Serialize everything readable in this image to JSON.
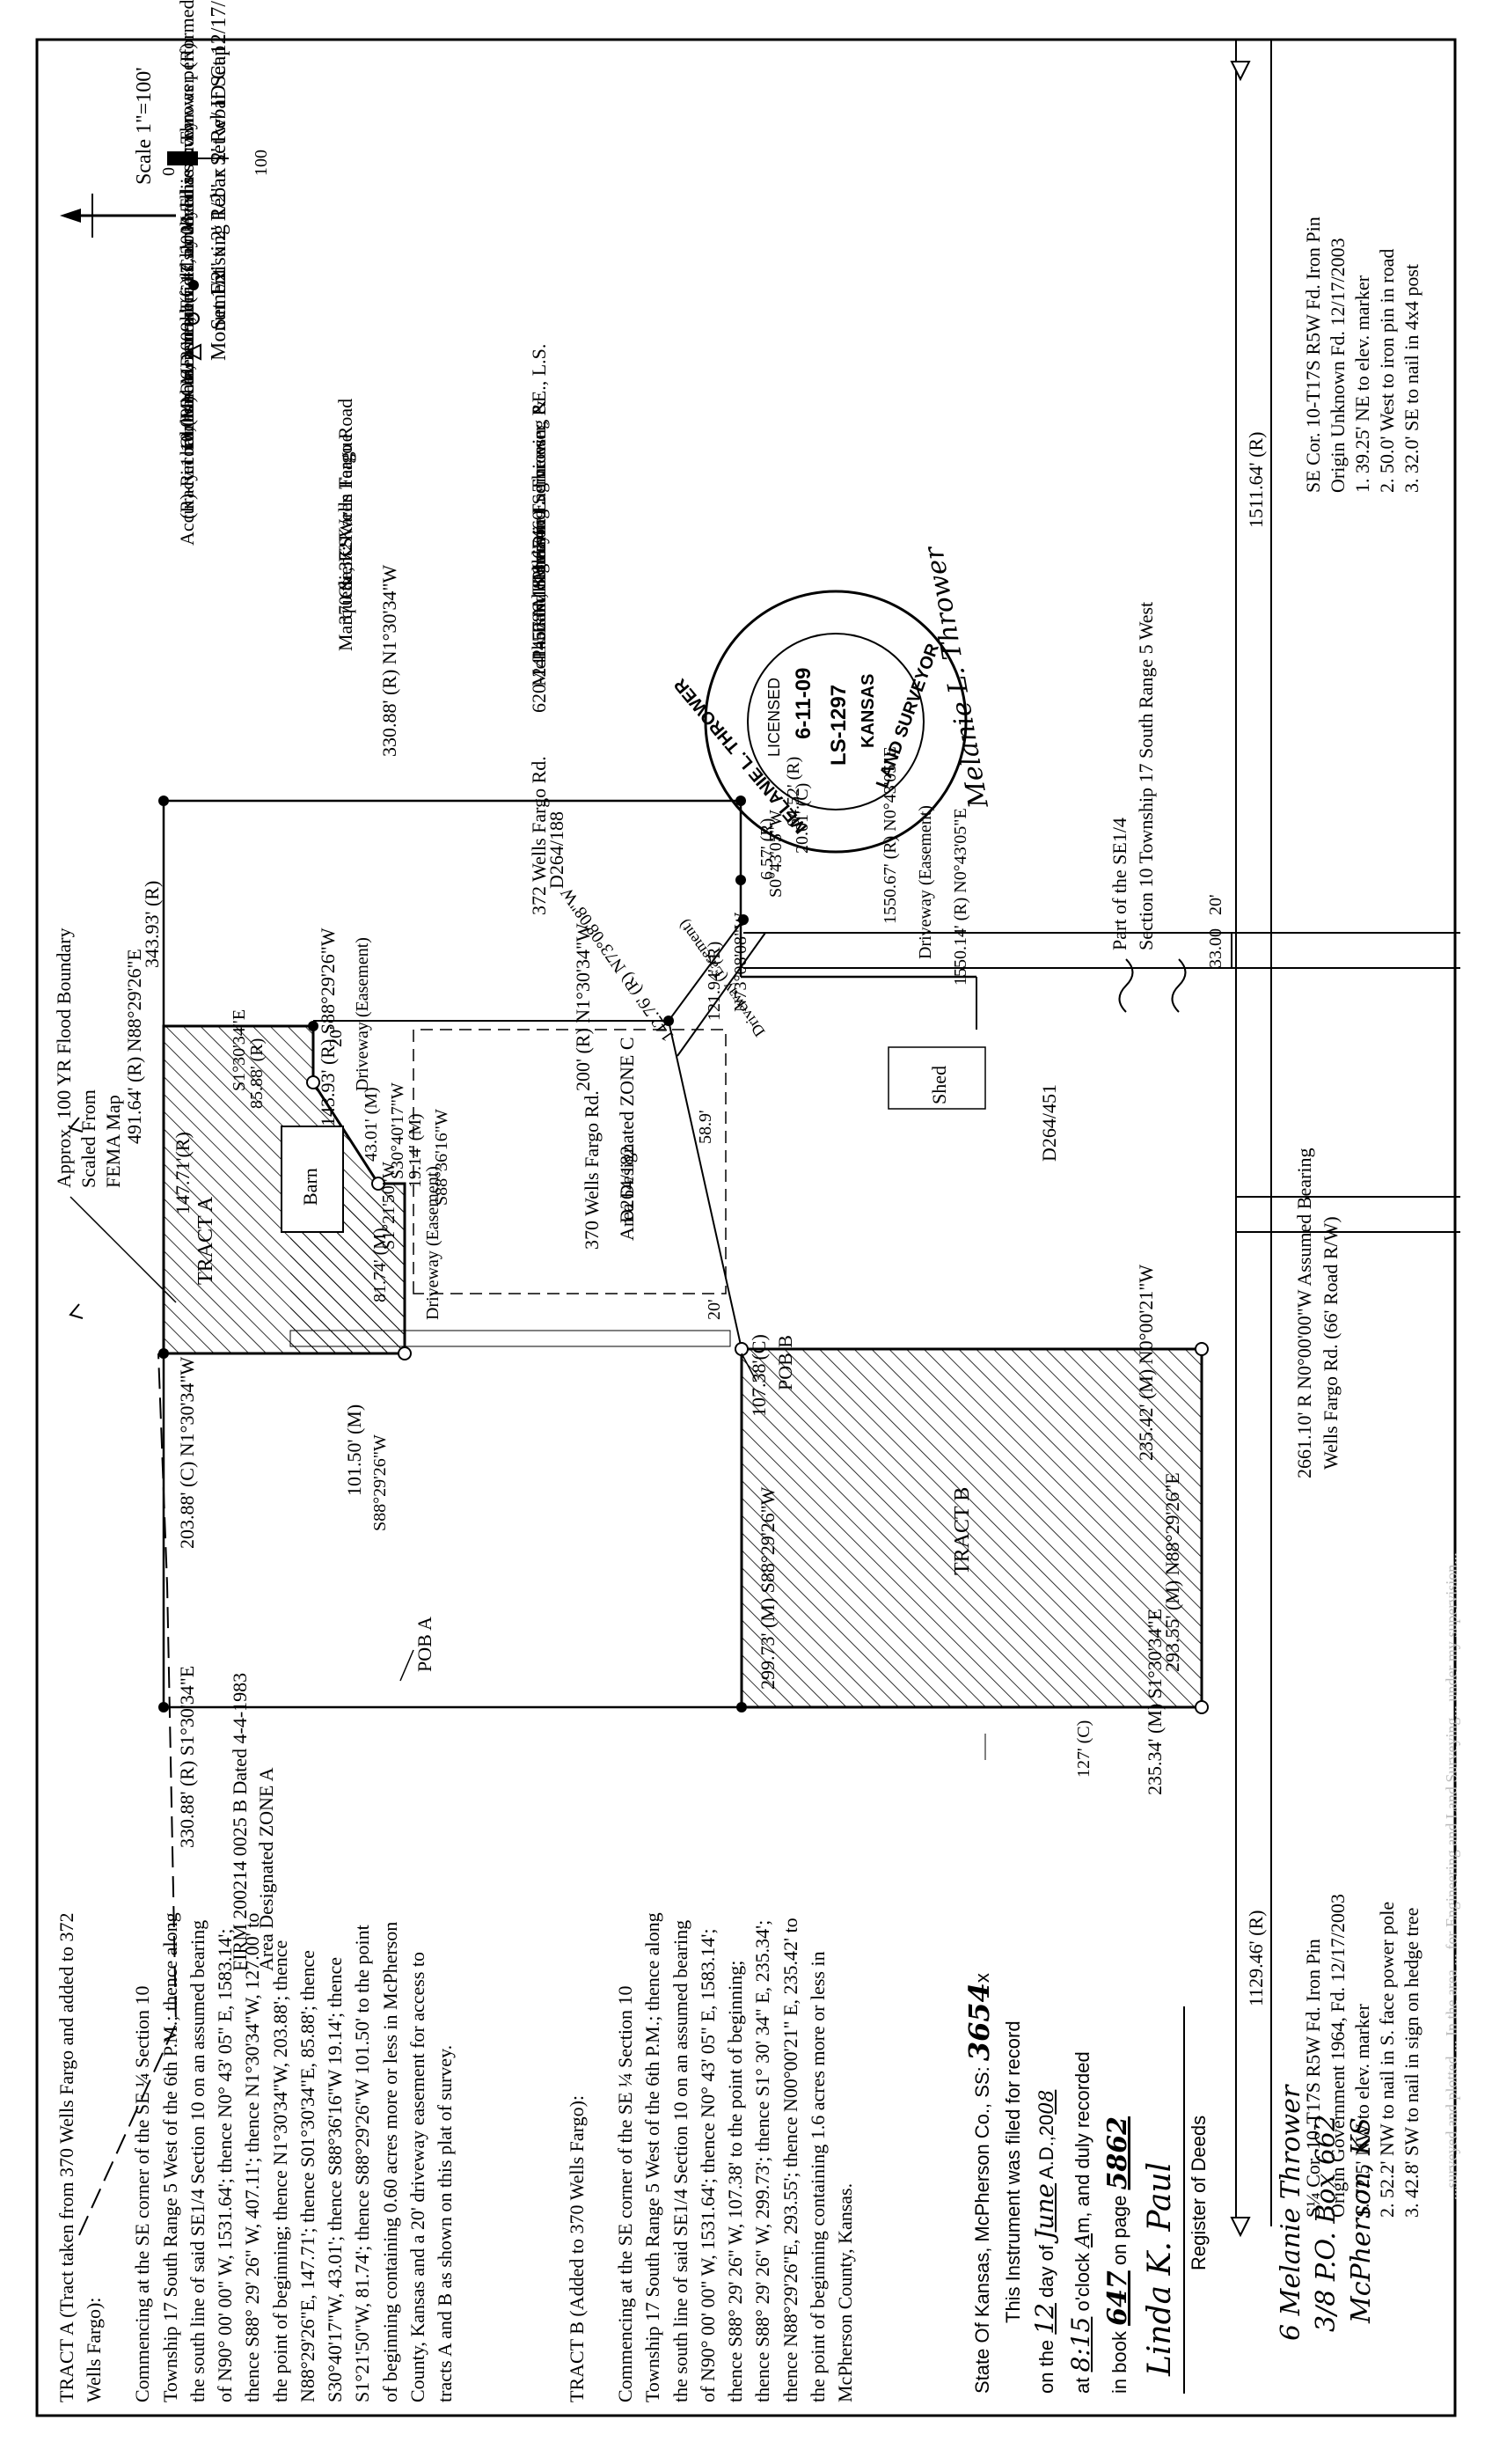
{
  "legend": {
    "scale_label": "Scale 1\"=100'",
    "scale_zero": "0",
    "scale_hundred": "100",
    "existing_rebar": "Existing 1/2\" x 2' Rebar Set 12/17/2003",
    "set_rebar": "Set 1/2\" x 2' Rebar Set w/ ID Cap",
    "monument": "Monument",
    "note1_line1": "On December 17, 2003 This survey was performed",
    "note1_line2": "as shown in the field by Melanie L. Thrower. (R)",
    "note1_line3": "On June 6, 2009, Tracts surveyed as shown",
    "note1_line4": "in hatch areas.",
    "note2_line1": "(R)-Record (M)- Measured (C)-Calculated",
    "note2_line2": "Accuracy 1:10,000"
  },
  "client": {
    "line1": "Client: Karen Teague",
    "line2": "370 & 372 Wells Fargo Road",
    "line3": "Marquette, KS"
  },
  "surveyor": {
    "line1": "Melanie L. Thrower, P.E., L.S.",
    "line2": "McPherson Engineering &",
    "line3": "Land Surveying Services",
    "line4": "1457 N. High Dr.",
    "line5": "McPherson, KS  67460",
    "line6": "620-241-5086"
  },
  "seal": {
    "name": "MELANIE L. THROWER",
    "licensed": "LICENSED",
    "date": "6-11-09",
    "number": "LS-1297",
    "state": "KANSAS",
    "title": "LAND SURVEYOR",
    "signature": "Melanie L. Thrower"
  },
  "se_corner": {
    "line1": "SE Cor. 10-T17S R5W Fd. Iron Pin",
    "line2": "Origin Unknown Fd. 12/17/2003",
    "item1": "1.  39.25' NE to elev. marker",
    "item2": "2.  50.0' West to iron pin in road",
    "item3": "3.  32.0' SE to nail in 4x4 post"
  },
  "s_quarter_corner": {
    "line1": "S¼ Cor. 10-T17S R5W Fd. Iron Pin",
    "line2": "Origin Government 1964, Fd. 12/17/2003",
    "item1": "1.  72.5' NW to elev. marker",
    "item2": "2.  52.2' NW to nail in S. face power pole",
    "item3": "3.  42.8' SW to nail in sign on hedge tree"
  },
  "plat": {
    "part_of": "Part of the SE1/4",
    "section": "Section 10 Township 17 South Range 5 West",
    "road_bearing": "2661.10' R N0°00'00\"W Assumed Bearing",
    "road_name": "Wells Fargo Rd. (66' Road R/W)",
    "dist_1129": "1129.46' (R)",
    "dist_1511": "1511.64' (R)",
    "dist_33": "33.00",
    "dist_20_road": "20'",
    "driveway_east_top": "1550.67' (R) N0°43'05\"E",
    "driveway_east_label": "Driveway (Easement)",
    "driveway_east_bottom": "1550.14' (R) N0°43'05\"E",
    "north_line": "330.88' (R) N1°30'34\"W",
    "south_line": "330.88' (R) S1°30'34\"E",
    "d_6_57": "6.57' (R)",
    "d_s0_43": "S0°43'05\"W",
    "d_64_52": "64.52' (R)",
    "d_20_01": "20.01' (C)",
    "d_142": "142.76' (R) N73°08'08\"W",
    "d_121": "121.94' (R)",
    "d_n73": "N73°08'08\"W",
    "driveway_diag": "Driveway (Easement)",
    "lot_372": "372 Wells Fargo Rd.",
    "lot_372_book": "D264/188",
    "d_343": "343.93' (R)",
    "d_491": "491.64' (R) N88°29'26\"E",
    "d_200": "200' (R) N1°30'34\"W",
    "d_20a": "20'",
    "d_20b": "20'",
    "d_107": "107.38'(C)",
    "pob_b": "POB B",
    "shed": "Shed",
    "d264_451": "D264/451",
    "tract_b": "TRACT B",
    "d_235_42": "235.42' (M) N0°00'21\"W",
    "d_299": "299.73' (M) S88°29'26\"W",
    "d_293": "293.55' (M) N88°29'26\"E",
    "d_235_34": "235.34' (M) S1°30'34\"E",
    "d_127": "127' (C)",
    "zone_c": "Area Designated ZONE C",
    "d_58_9": "58.9'",
    "lot_370": "370 Wells Fargo Rd.",
    "lot_370_book": "D264/182",
    "driveway_inner": "Driveway (Easement)",
    "driveway_left": "Driveway (Easement)",
    "d_143": "143.93' (R) S88°29'26\"W",
    "d_43": "43.01' (M)",
    "d_s30": "S30°40'17\"W",
    "d_19": "19.14' (M)",
    "d_s88_36": "S88°36'16\"W",
    "d_s1_21": "S1°21'50\"W",
    "d_81": "81.74' (M)",
    "d_85": "85.88' (R)",
    "d_s1_30": "S1°30'34\"E",
    "d_147": "147.71'(R)",
    "barn": "Barn",
    "tract_a": "TRACT A",
    "d_203": "203.88' (C) N1°30'34\"W",
    "d_101": "101.50' (M)",
    "d_s88_29": "S88°29'26\"W",
    "pob_a": "POB A",
    "flood1": "Approx. 100 YR Flood Boundary",
    "flood2": "Scaled From",
    "flood3": "FEMA Map",
    "zone_a1": "Area Designated ZONE A",
    "zone_a2": "FIRM 200214 0025 B Dated 4-4-1983"
  },
  "tract_a_desc": {
    "heading": "TRACT A (Tract taken from 370 Wells Fargo and added to 372 Wells Fargo):",
    "body": "Commencing at the SE corner of the SE ¼ Section 10 Township 17 South Range 5 West of the 6th P.M.; thence along the south line of said SE1/4 Section 10 on an assumed bearing of N90° 00' 00\" W, 1531.64'; thence N0° 43' 05\" E, 1583.14'; thence S88° 29' 26\" W, 407.11'; thence N1°30'34\"W, 127.00' to the point of beginning; thence N1°30'34\"W, 203.88'; thence N88°29'26\"E, 147.71'; thence S01°30'34\"E, 85.88'; thence S30°40'17\"W, 43.01'; thence S88°36'16\"W 19.14'; thence S1°21'50\"W, 81.74'; thence S88°29'26\"W 101.50' to the point of beginning containing 0.60 acres more or less in McPherson County, Kansas and a 20' driveway easement for access to tracts A and B as shown on this plat of survey."
  },
  "tract_b_desc": {
    "heading": "TRACT B (Added to 370 Wells Fargo):",
    "body": "Commencing at the SE corner of the SE ¼ Section 10 Township 17 South Range 5 West of the 6th P.M.; thence along the south line of said SE1/4 Section 10 on an assumed bearing of N90° 00' 00\" W, 1531.64'; thence N0° 43' 05\" E, 1583.14'; thence S88° 29' 26\" W, 107.38' to the point of beginning; thence S88° 29' 26\" W, 299.73'; thence S1° 30' 34\" E, 235.34'; thence N88°29'26\"E, 293.55'; thence N00°00'21\" E, 235.42' to the point of beginning containing 1.6 acres more or less in McPherson County, Kansas."
  },
  "recording": {
    "line1": "State Of Kansas, McPherson Co., SS:",
    "number": "3654",
    "x_mark": "x",
    "line2": "This Instrument was filed for record",
    "on_the": "on the",
    "day": "12",
    "day_of": "day of",
    "month": "June",
    "ad": "A.D.,20",
    "year": "08",
    "at": "at",
    "time": "8:15",
    "oclock": "o'clock",
    "ampm": "A",
    "m_recorded": "m, and duly recorded",
    "in_book": "in book",
    "book": "647",
    "on_page": "on page",
    "page": "5862",
    "signature": "Linda K. Paul",
    "register": "Register of Deeds"
  },
  "return_to": {
    "line1": "6  Melanie Thrower",
    "line2": "3/8  P.O. Box 662",
    "line3": "McPherson, KS"
  },
  "footer": {
    "faint": "...surveyed and plotted ... In the area ... for Engineering and Land Surveying... under my supervision..."
  }
}
